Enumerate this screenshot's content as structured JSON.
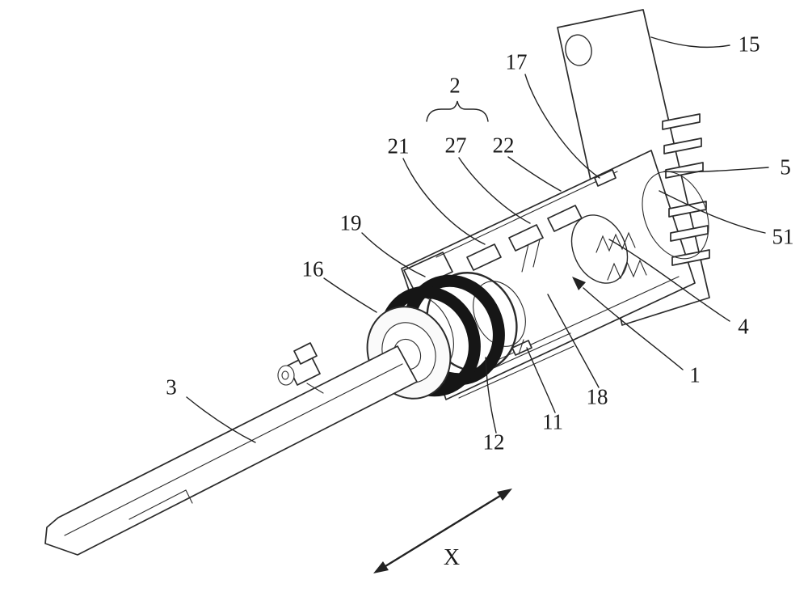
{
  "figure": {
    "background": "#ffffff",
    "line_color": "#2b2b2b",
    "knurl_color": "#161616",
    "description_visible_text_only": true
  },
  "callouts": {
    "n15": "15",
    "n17": "17",
    "n2": "2",
    "n21": "21",
    "n27": "27",
    "n22": "22",
    "n5": "5",
    "n51": "51",
    "n19": "19",
    "n16": "16",
    "n4": "4",
    "n1": "1",
    "n18": "18",
    "n3": "3",
    "n11": "11",
    "n12": "12"
  },
  "axis": {
    "label": "X"
  }
}
